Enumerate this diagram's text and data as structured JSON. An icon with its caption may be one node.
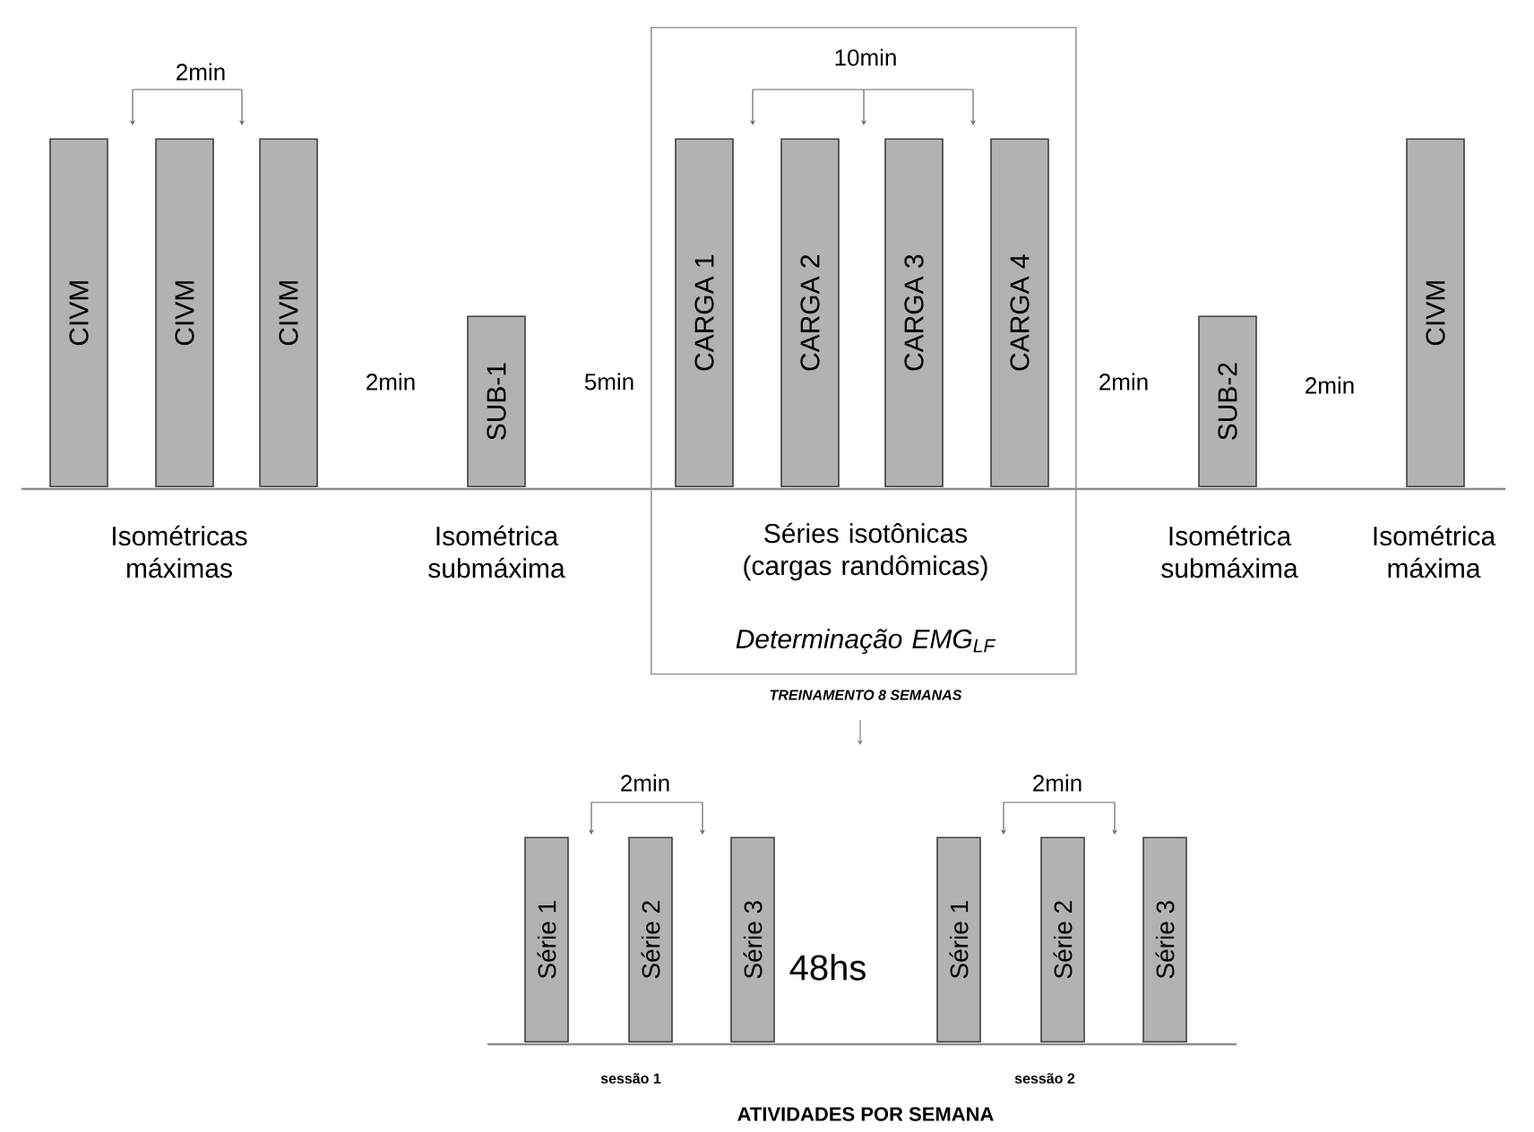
{
  "diagram": {
    "nodes": [
      {
        "text": [
          "CIVM"
        ]
      },
      {
        "text": [
          "CIVM"
        ]
      },
      {
        "text": [
          "CIVM"
        ]
      },
      {
        "text": [
          "SUB-1"
        ]
      },
      {
        "text": [
          "Séries isotônicas (cargas randômicas)",
          "Determinação EMG$_{LF}$"
        ]
      },
      {
        "text": [
          "CARGA 1"
        ],
        "in": 4
      },
      {
        "text": [
          "CARGA 2"
        ],
        "in": 4
      },
      {
        "text": [
          "CARGA 3"
        ],
        "in": 4
      },
      {
        "text": [
          "CARGA 4"
        ],
        "in": 4
      },
      {
        "text": [
          "SUB-2"
        ]
      },
      {
        "text": [
          "CIVM"
        ]
      },
      {
        "text": [
          "Série 1"
        ]
      },
      {
        "text": [
          "Série 2"
        ]
      },
      {
        "text": [
          "Série 3"
        ]
      },
      {
        "text": [
          "Série 1"
        ]
      },
      {
        "text": [
          "Série 2"
        ]
      },
      {
        "text": [
          "Série 3"
        ]
      }
    ],
    "labels": [
      "2min",
      "10min",
      "2min",
      "5min",
      "2min",
      "2min",
      "Isométricas máximas",
      "Isométrica submáxima",
      "Isométrica submáxima",
      "Isométrica máxima",
      "TREINAMENTO 8 SEMANAS",
      "2min",
      "2min",
      "48hs",
      "sessão 1",
      "sessão 2",
      "ATIVIDADES POR SEMANA"
    ]
  }
}
